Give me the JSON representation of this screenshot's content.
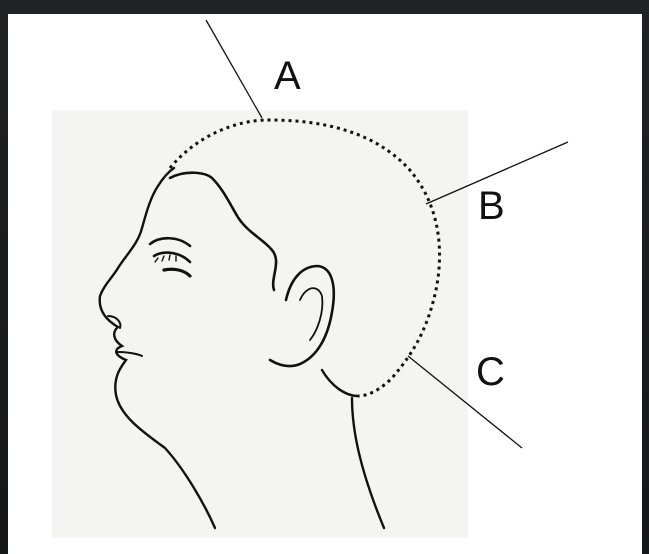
{
  "labels": {
    "a": "A",
    "b": "B",
    "c": "C"
  },
  "colors": {
    "background": "#1a1d21",
    "sheet": "#ffffff",
    "stroke": "#111111",
    "paper_texture": "#f3f3f1"
  }
}
